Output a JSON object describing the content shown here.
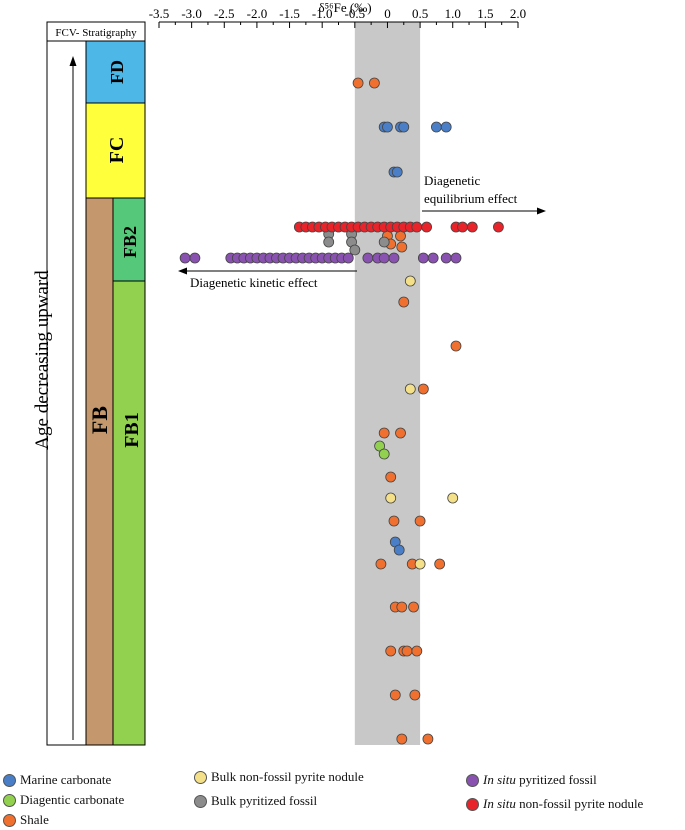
{
  "chart_data": {
    "type": "scatter",
    "x_axis": {
      "label": "δ⁵⁶Fe (‰)",
      "min": -3.5,
      "max": 2.0,
      "ticks": [
        "-3.5",
        "-3.0",
        "-2.5",
        "-2.0",
        "-1.5",
        "-1.0",
        "-0.5",
        "0",
        "0.5",
        "1.0",
        "1.5",
        "2.0"
      ]
    },
    "y_axis": {
      "label": "Age decreasing upward"
    },
    "grid": false,
    "shaded_band": {
      "x_min": -0.5,
      "x_max": 0.5,
      "color": "#c8c8c8"
    },
    "stratigraphy": {
      "header": "FCV- Stratigraphy",
      "units": [
        {
          "label": "FD",
          "color": "#4db8e8"
        },
        {
          "label": "FC",
          "color": "#ffff3c"
        },
        {
          "label": "FB",
          "color": "#c4976c"
        },
        {
          "label": "FB2",
          "color": "#55c87a"
        },
        {
          "label": "FB1",
          "color": "#92d050"
        }
      ]
    },
    "annotations": [
      {
        "text": "Diagenetic equilibrium effect",
        "lines": [
          "Diagenetic",
          "equilibrium effect"
        ]
      },
      {
        "text": "Diagenetic kinetic effect"
      }
    ],
    "legend_position": "bottom",
    "series": [
      {
        "name": "Marine carbonate",
        "color": "#4a7fc8",
        "points": [
          {
            "x": -0.05,
            "level": 127
          },
          {
            "x": 0.0,
            "level": 127
          },
          {
            "x": 0.2,
            "level": 127
          },
          {
            "x": 0.25,
            "level": 127
          },
          {
            "x": 0.75,
            "level": 127
          },
          {
            "x": 0.9,
            "level": 127
          },
          {
            "x": 0.1,
            "level": 172
          },
          {
            "x": 0.15,
            "level": 172
          },
          {
            "x": 0.12,
            "level": 542
          },
          {
            "x": 0.18,
            "level": 550
          }
        ]
      },
      {
        "name": "Diagentic carbonate",
        "color": "#92d050",
        "points": [
          {
            "x": -0.12,
            "level": 446
          },
          {
            "x": -0.05,
            "level": 454
          }
        ]
      },
      {
        "name": "Shale",
        "color": "#f07030",
        "points": [
          {
            "x": -0.45,
            "level": 83
          },
          {
            "x": -0.2,
            "level": 83
          },
          {
            "x": 0.0,
            "level": 236
          },
          {
            "x": 0.2,
            "level": 236
          },
          {
            "x": 0.05,
            "level": 244
          },
          {
            "x": 0.22,
            "level": 247
          },
          {
            "x": 0.25,
            "level": 302
          },
          {
            "x": 1.05,
            "level": 346
          },
          {
            "x": 0.55,
            "level": 389
          },
          {
            "x": -0.05,
            "level": 433
          },
          {
            "x": 0.2,
            "level": 433
          },
          {
            "x": 0.05,
            "level": 477
          },
          {
            "x": 0.1,
            "level": 521
          },
          {
            "x": 0.5,
            "level": 521
          },
          {
            "x": -0.1,
            "level": 564
          },
          {
            "x": 0.38,
            "level": 564
          },
          {
            "x": 0.8,
            "level": 564
          },
          {
            "x": 0.12,
            "level": 607
          },
          {
            "x": 0.22,
            "level": 607
          },
          {
            "x": 0.4,
            "level": 607
          },
          {
            "x": 0.05,
            "level": 651
          },
          {
            "x": 0.25,
            "level": 651
          },
          {
            "x": 0.3,
            "level": 651
          },
          {
            "x": 0.45,
            "level": 651
          },
          {
            "x": 0.12,
            "level": 695
          },
          {
            "x": 0.42,
            "level": 695
          },
          {
            "x": 0.22,
            "level": 739
          },
          {
            "x": 0.62,
            "level": 739
          }
        ]
      },
      {
        "name": "Bulk non-fossil pyrite nodule",
        "color": "#f5e08a",
        "points": [
          {
            "x": 0.35,
            "level": 281
          },
          {
            "x": 0.35,
            "level": 389
          },
          {
            "x": 0.05,
            "level": 498
          },
          {
            "x": 1.0,
            "level": 498
          },
          {
            "x": 0.5,
            "level": 564
          }
        ]
      },
      {
        "name": "Bulk pyritized fossil",
        "color": "#8c8c8c",
        "points": [
          {
            "x": -0.9,
            "level": 234
          },
          {
            "x": -0.9,
            "level": 242
          },
          {
            "x": -0.55,
            "level": 234
          },
          {
            "x": -0.55,
            "level": 242
          },
          {
            "x": -0.5,
            "level": 250
          },
          {
            "x": -0.05,
            "level": 242
          }
        ]
      },
      {
        "name": "In situ pyritized fossil",
        "color": "#8a52b0",
        "points": [
          {
            "x": -3.1,
            "level": 258
          },
          {
            "x": -2.95,
            "level": 258
          },
          {
            "x": -2.4,
            "level": 258
          },
          {
            "x": -2.3,
            "level": 258
          },
          {
            "x": -2.2,
            "level": 258
          },
          {
            "x": -2.1,
            "level": 258
          },
          {
            "x": -2.0,
            "level": 258
          },
          {
            "x": -1.9,
            "level": 258
          },
          {
            "x": -1.8,
            "level": 258
          },
          {
            "x": -1.7,
            "level": 258
          },
          {
            "x": -1.6,
            "level": 258
          },
          {
            "x": -1.5,
            "level": 258
          },
          {
            "x": -1.4,
            "level": 258
          },
          {
            "x": -1.3,
            "level": 258
          },
          {
            "x": -1.2,
            "level": 258
          },
          {
            "x": -1.1,
            "level": 258
          },
          {
            "x": -1.0,
            "level": 258
          },
          {
            "x": -0.9,
            "level": 258
          },
          {
            "x": -0.8,
            "level": 258
          },
          {
            "x": -0.7,
            "level": 258
          },
          {
            "x": -0.6,
            "level": 258
          },
          {
            "x": -0.3,
            "level": 258
          },
          {
            "x": -0.15,
            "level": 258
          },
          {
            "x": -0.05,
            "level": 258
          },
          {
            "x": 0.1,
            "level": 258
          },
          {
            "x": 0.55,
            "level": 258
          },
          {
            "x": 0.7,
            "level": 258
          },
          {
            "x": 0.9,
            "level": 258
          },
          {
            "x": 1.05,
            "level": 258
          }
        ]
      },
      {
        "name": "In situ non-fossil pyrite nodule",
        "color": "#e8232a",
        "points": [
          {
            "x": -1.35,
            "level": 227
          },
          {
            "x": -1.25,
            "level": 227
          },
          {
            "x": -1.15,
            "level": 227
          },
          {
            "x": -1.05,
            "level": 227
          },
          {
            "x": -0.95,
            "level": 227
          },
          {
            "x": -0.85,
            "level": 227
          },
          {
            "x": -0.75,
            "level": 227
          },
          {
            "x": -0.65,
            "level": 227
          },
          {
            "x": -0.55,
            "level": 227
          },
          {
            "x": -0.45,
            "level": 227
          },
          {
            "x": -0.35,
            "level": 227
          },
          {
            "x": -0.25,
            "level": 227
          },
          {
            "x": -0.15,
            "level": 227
          },
          {
            "x": -0.05,
            "level": 227
          },
          {
            "x": 0.05,
            "level": 227
          },
          {
            "x": 0.15,
            "level": 227
          },
          {
            "x": 0.25,
            "level": 227
          },
          {
            "x": 0.35,
            "level": 227
          },
          {
            "x": 0.45,
            "level": 227
          },
          {
            "x": 0.6,
            "level": 227
          },
          {
            "x": 1.05,
            "level": 227
          },
          {
            "x": 1.15,
            "level": 227
          },
          {
            "x": 1.3,
            "level": 227
          },
          {
            "x": 1.7,
            "level": 227
          }
        ]
      }
    ]
  }
}
